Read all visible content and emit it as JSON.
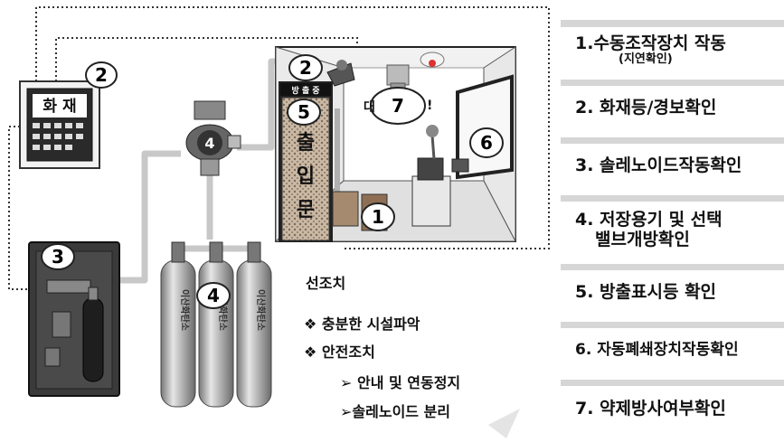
{
  "panel": {
    "label": "화 재"
  },
  "door": {
    "sign": "방 출 중",
    "text": [
      "출",
      "입",
      "문"
    ]
  },
  "room": {
    "sign_left": "대",
    "sign_right": "!"
  },
  "cylinders": {
    "label": "이산화탄소"
  },
  "markers": [
    "1",
    "2",
    "2",
    "3",
    "4",
    "4",
    "5",
    "6",
    "7"
  ],
  "notes": {
    "title": "선조치",
    "items": [
      "❖ 충분한 시설파악",
      "❖ 안전조치",
      "➢ 안내 및 연동정지",
      "➢솔레노이드 분리"
    ]
  },
  "steps": [
    {
      "line1": "1.수동조작장치 작동",
      "line2": "(지연확인)"
    },
    {
      "line1": "2. 화재등/경보확인",
      "line2": ""
    },
    {
      "line1": "3. 솔레노이드작동확인",
      "line2": ""
    },
    {
      "line1": "4. 저장용기 및 선택",
      "line2": "밸브개방확인"
    },
    {
      "line1": "5. 방출표시등 확인",
      "line2": ""
    },
    {
      "line1": "6. 자동폐쇄장치작동확인",
      "line2": ""
    },
    {
      "line1": "7. 약제방사여부확인",
      "line2": ""
    }
  ],
  "colors": {
    "pipe": "#c8c8c8",
    "band": "#dcdcdc",
    "door_pattern": "#a08c78",
    "wire": "#333333"
  }
}
